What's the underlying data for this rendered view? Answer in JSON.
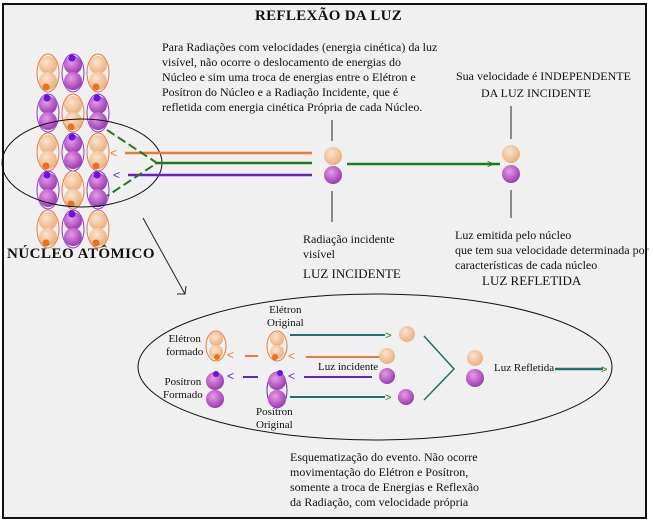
{
  "title": "REFLEXÃO DA LUZ",
  "intro_text": [
    "Para Radiações com velocidades (energia cinética) da luz",
    "visível, não ocorre o deslocamento de energias do",
    "Núcleo e sim uma troca de energias entre o Elétron e",
    "Posítron do Núcleo e a Radiação Incidente, que é",
    "refletida com energia cinética Própria de cada Núcleo."
  ],
  "velocity_note": [
    "Sua velocidade é INDEPENDENTE",
    "DA LUZ   INCIDENTE"
  ],
  "nucleus_label": "NÚCLEO ATÔMICO",
  "incident": {
    "description": [
      "Radiação incidente",
      "visível"
    ],
    "label": "LUZ INCIDENTE"
  },
  "reflected": {
    "description": [
      "Luz emitida pelo núcleo",
      "que tem sua velocidade determinada por",
      "características de cada núcleo"
    ],
    "label": "LUZ REFLETIDA"
  },
  "detail": {
    "electron_formed": [
      "Elétron",
      "formado"
    ],
    "positron_formed": [
      "Posítron",
      "Formado"
    ],
    "electron_original": [
      "Elétron",
      "Original"
    ],
    "positron_original": [
      "Posítron",
      "Original"
    ],
    "incident_light": "Luz incidente",
    "reflected_light": "Luz Refletida"
  },
  "caption": [
    "Esquematização do evento. Não ocorre",
    "movimentação do Elétron e Posítron,",
    "somente a troca de Energias e Reflexão",
    "da Radiação, com velocidade própria"
  ],
  "colors": {
    "electron": "#f0b88a",
    "positron": "#a84cc0",
    "incident_orange": "#e87a3a",
    "incident_purple": "#6a22c8",
    "reflected_green": "#1f7a1f",
    "reflected_teal": "#1f7070"
  }
}
